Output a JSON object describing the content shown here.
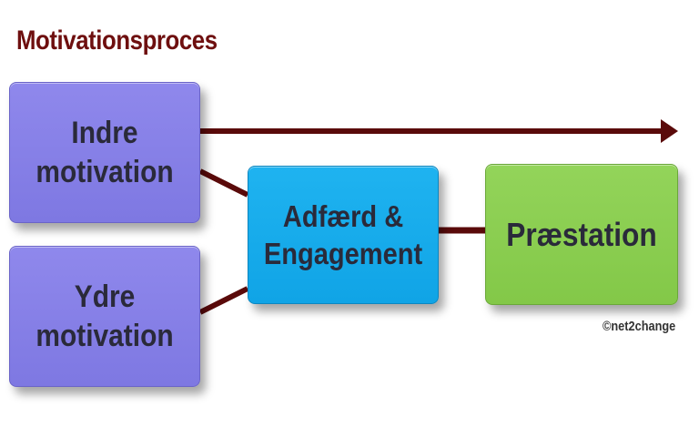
{
  "title": "Motivationsproces",
  "nodes": {
    "inner_motivation": "Indre motivation",
    "outer_motivation": "Ydre motivation",
    "behavior_line1": "Adfærd &",
    "behavior_line2": "Engagement",
    "performance": "Præstation"
  },
  "copyright": "©net2change",
  "colors": {
    "title": "#6e0f0f",
    "connector": "#5a0a0a",
    "motivation_box": "#8580e6",
    "behavior_box": "#16aaea",
    "performance_box": "#8bce50"
  }
}
